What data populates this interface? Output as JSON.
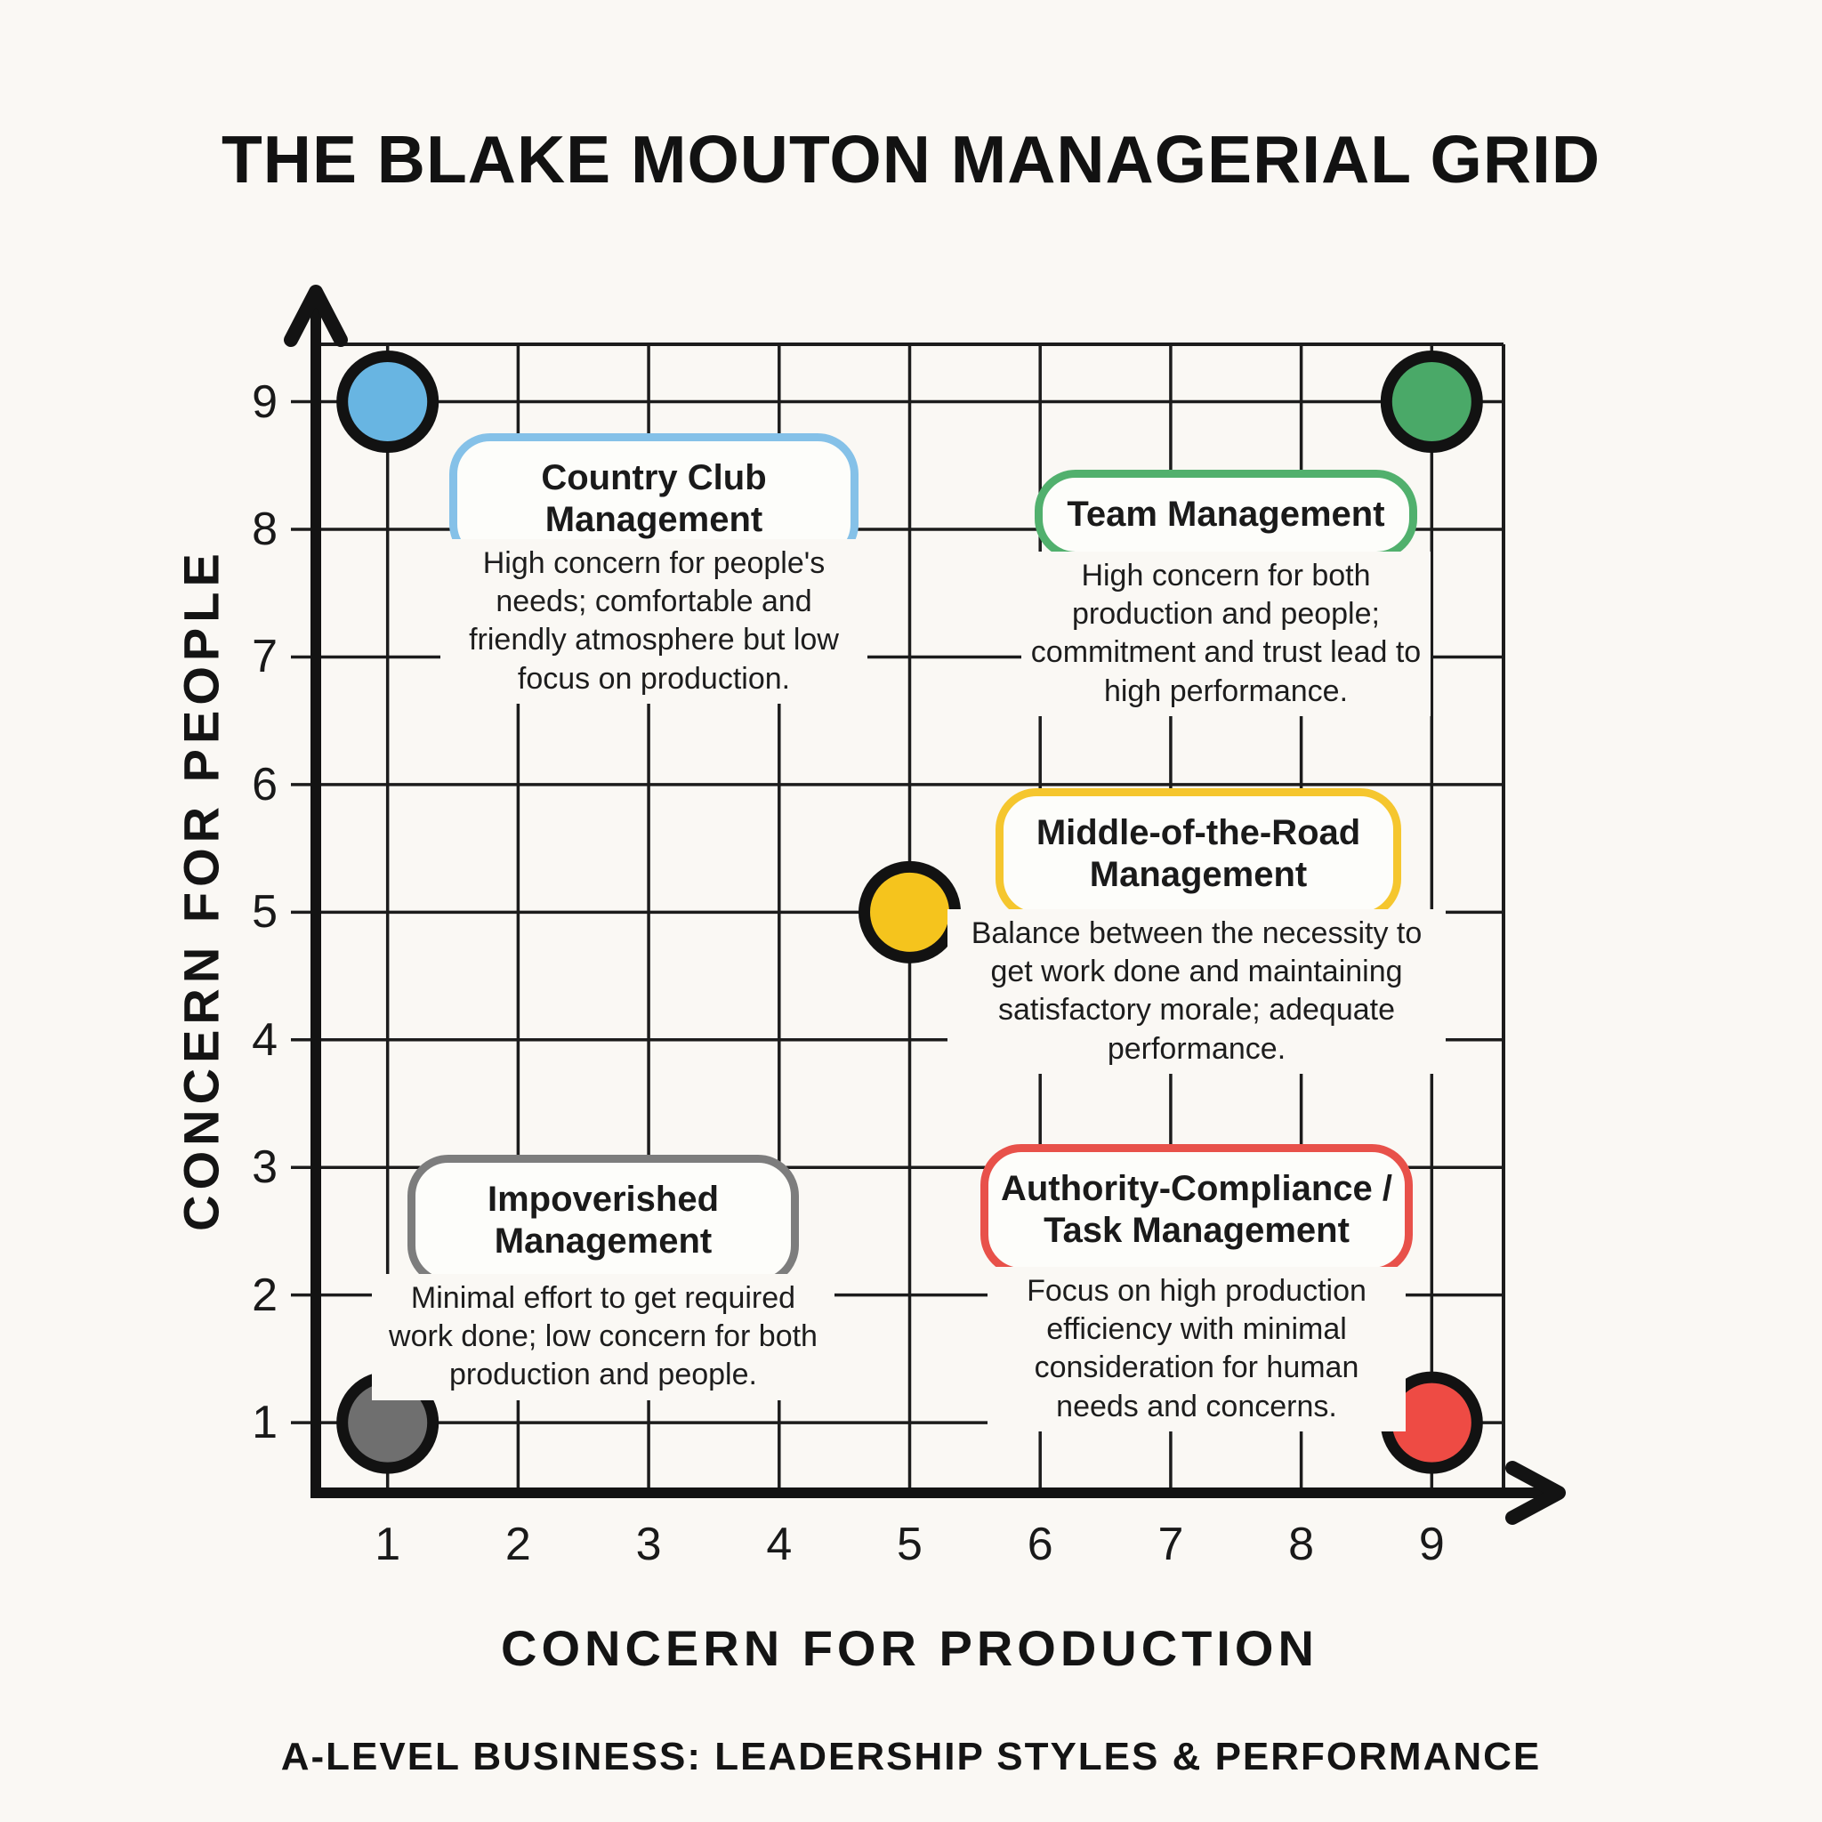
{
  "page": {
    "caption": "A-LEVEL BUSINESS: LEADERSHIP STYLES & PERFORMANCE"
  },
  "chart_data": {
    "type": "scatter",
    "title": "THE BLAKE MOUTON MANAGERIAL GRID",
    "xlabel": "CONCERN FOR PRODUCTION",
    "ylabel": "CONCERN FOR PEOPLE",
    "xlim": [
      0.45,
      9.55
    ],
    "ylim": [
      0.45,
      9.45
    ],
    "x_ticks": [
      1,
      2,
      3,
      4,
      5,
      6,
      7,
      8,
      9
    ],
    "y_ticks": [
      1,
      2,
      3,
      4,
      5,
      6,
      7,
      8,
      9
    ],
    "grid": true,
    "points": [
      {
        "label": "Country Club Management",
        "x": 1,
        "y": 9,
        "color": "#68b5e2"
      },
      {
        "label": "Team Management",
        "x": 9,
        "y": 9,
        "color": "#4aa968"
      },
      {
        "label": "Middle-of-the-Road Management",
        "x": 5,
        "y": 5,
        "color": "#f5c41d"
      },
      {
        "label": "Impoverished Management",
        "x": 1,
        "y": 1,
        "color": "#6f6f6f"
      },
      {
        "label": "Authority-Compliance / Task Management",
        "x": 9,
        "y": 1,
        "color": "#ee4b44"
      }
    ],
    "boxes": [
      {
        "title": "Country Club Management",
        "accent": "#85c1e8",
        "description": "High concern for people's needs; comfortable and friendly atmosphere but low focus on production."
      },
      {
        "title": "Team Management",
        "accent": "#51b06d",
        "description": "High concern for both production and people; commitment and trust lead to high performance."
      },
      {
        "title": "Middle-of-the-Road Management",
        "accent": "#f5c62e",
        "description": "Balance between the necessity to get work done and maintaining satisfactory morale; adequate performance."
      },
      {
        "title": "Impoverished Management",
        "accent": "#7d7d7d",
        "description": "Minimal effort to get required work done; low concern for both production and people."
      },
      {
        "title": "Authority-Compliance / Task Management",
        "accent": "#e8514a",
        "description": "Focus on high production efficiency with minimal consideration for human needs and concerns."
      }
    ]
  }
}
